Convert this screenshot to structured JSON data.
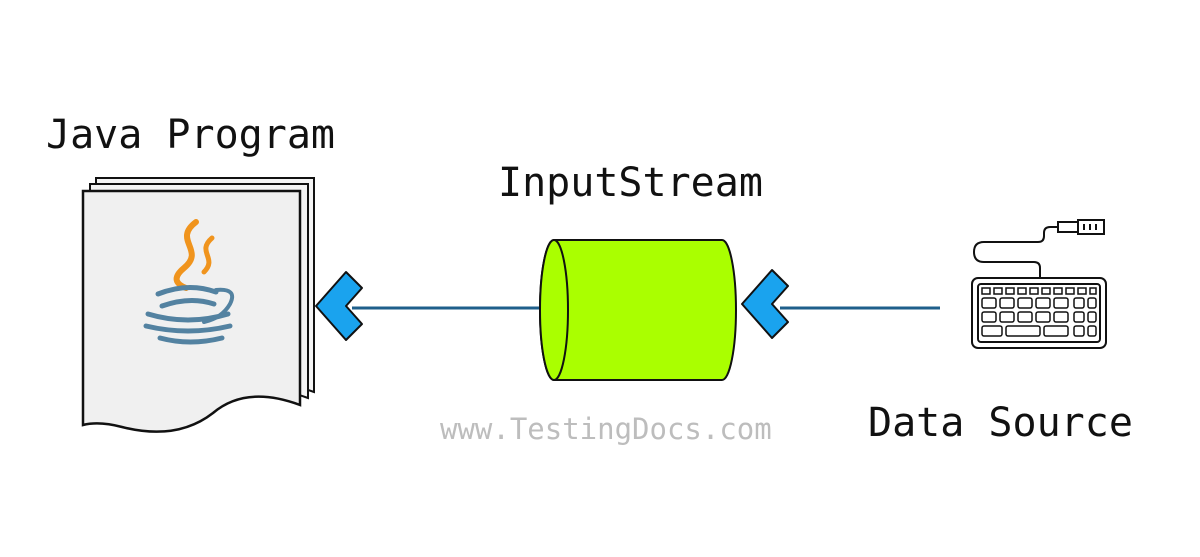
{
  "diagram": {
    "java_program_label": "Java Program",
    "input_stream_label": "InputStream",
    "data_source_label": "Data Source",
    "watermark": "www.TestingDocs.com"
  },
  "icons": {
    "program": "java-document-icon",
    "stream": "cylinder-icon",
    "source": "keyboard-icon",
    "arrows": "chevron-left-arrow-icon"
  },
  "colors": {
    "stream_fill": "#aaff00",
    "arrow_fill": "#1aa3ee",
    "line": "#1f5f8b",
    "java_orange": "#f0941d",
    "java_blue": "#5382a1",
    "page_fill": "#f0f0f0",
    "watermark": "#bdbdbd"
  }
}
